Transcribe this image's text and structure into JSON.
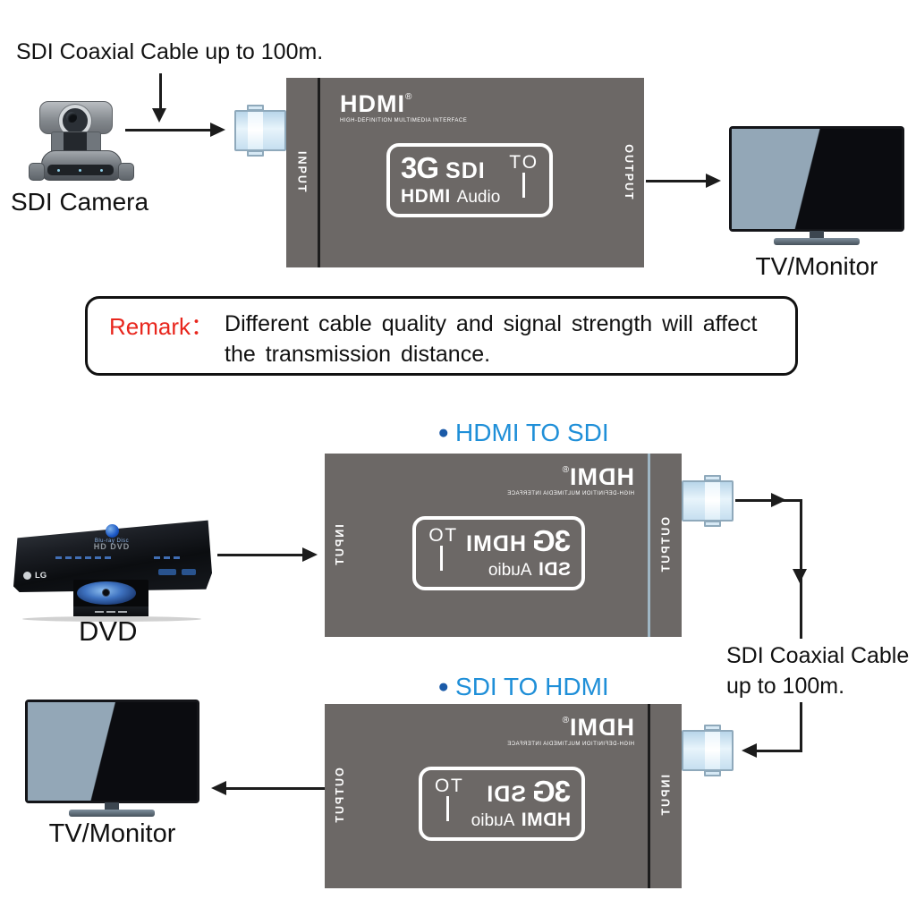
{
  "sections": {
    "top": {
      "cable_label": "SDI Coaxial Cable up to 100m.",
      "camera_label": "SDI Camera",
      "tv_label": "TV/Monitor"
    },
    "remark": {
      "label": "Remark：",
      "line1": "Different cable quality and signal strength will affect",
      "line2": "the transmission distance."
    },
    "middle": {
      "bullet": "●",
      "title": "HDMI TO SDI",
      "dvd_label": "DVD",
      "cable_label_line1": "SDI Coaxial Cable",
      "cable_label_line2": "up to 100m."
    },
    "bottom": {
      "bullet": "●",
      "title": "SDI TO HDMI",
      "tv_label": "TV/Monitor"
    }
  },
  "converters": {
    "top": {
      "hdmi_word": "HDMI",
      "hdmi_reg": "®",
      "hdmi_sub": "HIGH-DEFINITION MULTIMEDIA INTERFACE",
      "emblem": {
        "big": "3G",
        "line1": "SDI",
        "to": "TO",
        "line2_bold": "HDMI",
        "line2_light": "Audio"
      },
      "near_port": "INPUT",
      "far_port": "OUTPUT"
    },
    "middle": {
      "hdmi_word": "HDMI",
      "hdmi_reg": "®",
      "hdmi_sub": "HIGH-DEFINITION MULTIMEDIA INTERFACE",
      "emblem": {
        "big": "3G",
        "line1": "HDMI",
        "to": "TO",
        "line2_bold": "SDI",
        "line2_light": "Audio"
      },
      "near_port": "OUTPUT",
      "far_port": "INPUT"
    },
    "bottom": {
      "hdmi_word": "HDMI",
      "hdmi_reg": "®",
      "hdmi_sub": "HIGH-DEFINITION MULTIMEDIA INTERFACE",
      "emblem": {
        "big": "3G",
        "line1": "SDI",
        "to": "TO",
        "line2_bold": "HDMI",
        "line2_light": "Audio"
      },
      "near_port": "INPUT",
      "far_port": "OUTPUT"
    }
  },
  "dvd_player": {
    "bluray_logo": "Blu-ray Disc",
    "hd_dvd": "HD DVD",
    "brand": "LG"
  },
  "colors": {
    "converter_body": "#6c6866",
    "title_blue": "#1f8fd8",
    "bullet_blue": "#1a5aa8",
    "remark_red": "#e8261d",
    "arrow": "#1c1c1c",
    "bnc_fill": "#d9eaf6",
    "tv_screen_gray_blue": "#93a7b7"
  }
}
